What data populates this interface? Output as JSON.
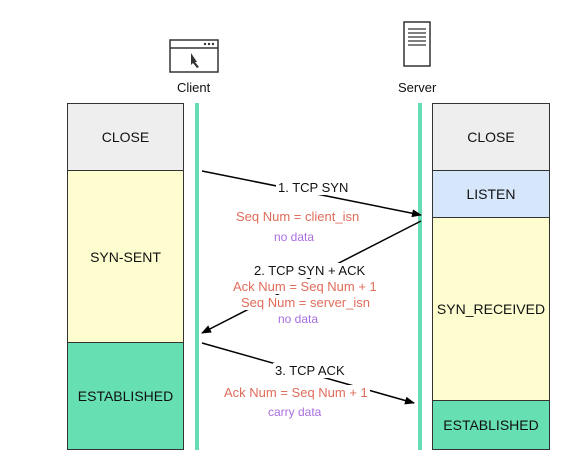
{
  "colors": {
    "close": "#eeeeee",
    "syn_sent": "#fdfdd0",
    "listen": "#d6e6fb",
    "established": "#66e0b2",
    "lifeline": "#66ddb4",
    "red_text": "#e06c5a",
    "purple_text": "#a96fe0"
  },
  "client": {
    "label": "Client",
    "icon": "browser-window-icon",
    "states": [
      "CLOSE",
      "SYN-SENT",
      "ESTABLISHED"
    ]
  },
  "server": {
    "label": "Server",
    "icon": "server-icon",
    "states": [
      "CLOSE",
      "LISTEN",
      "SYN_RECEIVED",
      "ESTABLISHED"
    ]
  },
  "messages": [
    {
      "title": "1. TCP SYN",
      "lines": [
        "Seq Num = client_isn"
      ],
      "data": "no data"
    },
    {
      "title": "2. TCP SYN + ACK",
      "lines": [
        "Ack Num = Seq Num + 1",
        "Seq Num = server_isn"
      ],
      "data": "no data"
    },
    {
      "title": "3. TCP ACK",
      "lines": [
        "Ack Num = Seq Num + 1"
      ],
      "data": "carry data"
    }
  ]
}
